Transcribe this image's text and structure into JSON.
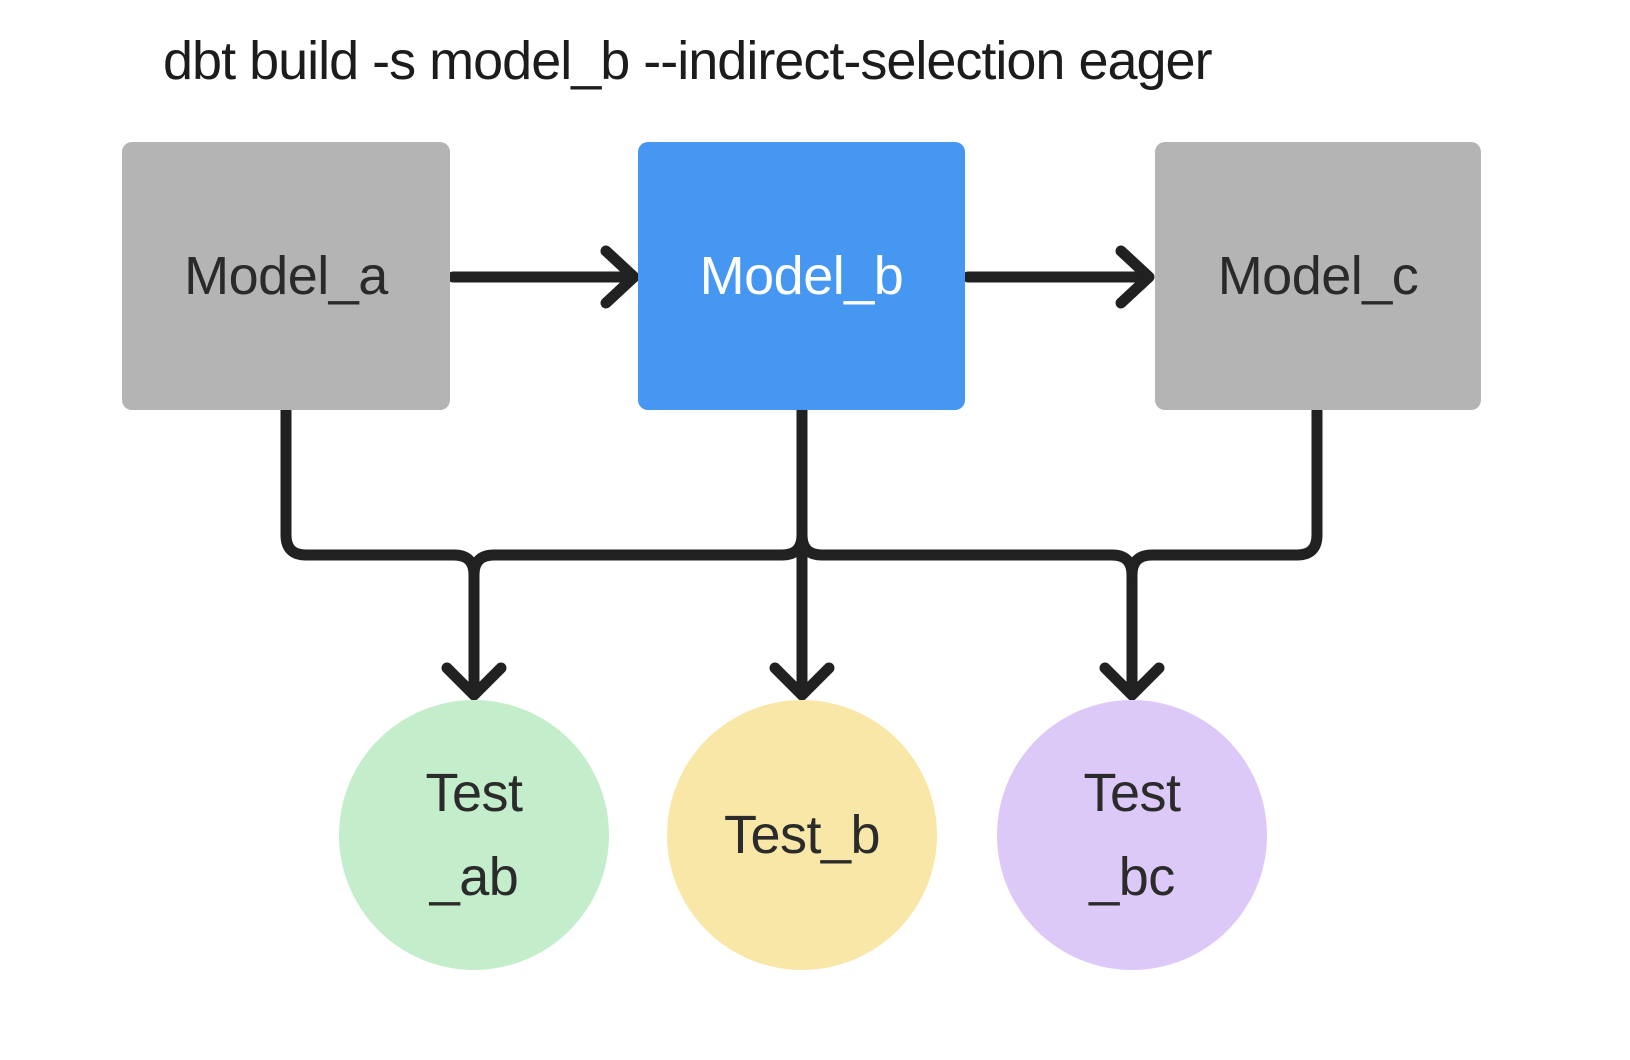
{
  "title": "dbt build -s model_b --indirect-selection eager",
  "diagram": {
    "connector": {
      "color": "#212121"
    },
    "models": [
      {
        "id": "model_a",
        "label": "Model_a",
        "fill": "#b4b4b4",
        "text_color": "#2a2a2a",
        "selected": false
      },
      {
        "id": "model_b",
        "label": "Model_b",
        "fill": "#4697f2",
        "text_color": "#ffffff",
        "selected": true
      },
      {
        "id": "model_c",
        "label": "Model_c",
        "fill": "#b4b4b4",
        "text_color": "#2a2a2a",
        "selected": false
      }
    ],
    "tests": [
      {
        "id": "test_ab",
        "label_lines": [
          "Test",
          "_ab"
        ],
        "fill": "#c4edcb",
        "text_color": "#2b2b2b"
      },
      {
        "id": "test_b",
        "label_lines": [
          "Test_b"
        ],
        "fill": "#f8e7a6",
        "text_color": "#2b2b2b"
      },
      {
        "id": "test_bc",
        "label_lines": [
          "Test",
          "_bc"
        ],
        "fill": "#ddc9f7",
        "text_color": "#2b2b2b"
      }
    ],
    "edges": [
      {
        "from": "model_a",
        "to": "model_b"
      },
      {
        "from": "model_b",
        "to": "model_c"
      },
      {
        "from": "model_a",
        "to": "test_ab"
      },
      {
        "from": "model_b",
        "to": "test_ab"
      },
      {
        "from": "model_b",
        "to": "test_b"
      },
      {
        "from": "model_b",
        "to": "test_bc"
      },
      {
        "from": "model_c",
        "to": "test_bc"
      }
    ]
  }
}
